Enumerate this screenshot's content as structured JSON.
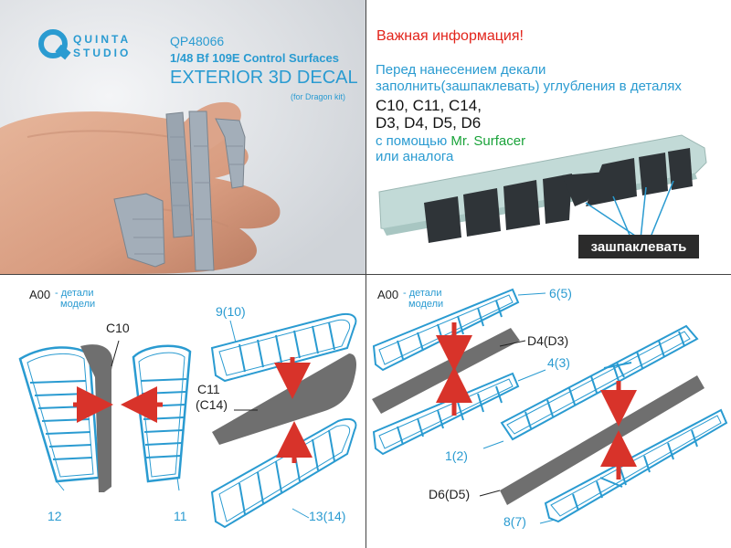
{
  "header": {
    "brand_top": "QUINTA",
    "brand_bottom": "STUDIO",
    "product_code": "QP48066",
    "product_title": "1/48 Bf 109E Control Surfaces",
    "product_type": "EXTERIOR 3D DECAL",
    "kit_note": "(for Dragon kit)"
  },
  "info": {
    "heading": "Важная информация!",
    "line1": "Перед нанесением декали",
    "line2": "заполнить(зашпаклевать) углубления в деталях",
    "parts_line1": "C10, C11, C14,",
    "parts_line2": "D3, D4, D5, D6",
    "with_prefix": "с помощью ",
    "product": "Mr. Surfacer",
    "or_analog": "или аналога",
    "badge": "зашпаклевать"
  },
  "left_diagram": {
    "section": "A00",
    "note_line1": "- детали",
    "note_line2": "модели",
    "labels": [
      "C10",
      "9(10)",
      "C11",
      "(C14)",
      "12",
      "11",
      "13(14)"
    ]
  },
  "right_diagram": {
    "section": "A00",
    "note_line1": "- детали",
    "note_line2": "модели",
    "labels": [
      "6(5)",
      "D4(D3)",
      "4(3)",
      "1(2)",
      "D6(D5)",
      "8(7)"
    ]
  },
  "colors": {
    "accent_blue": "#2a9bd1",
    "warning_red": "#e2231a",
    "product_green": "#1aa33a",
    "decal_gray": "#6f6f6f",
    "arrow_red": "#d8332a"
  }
}
